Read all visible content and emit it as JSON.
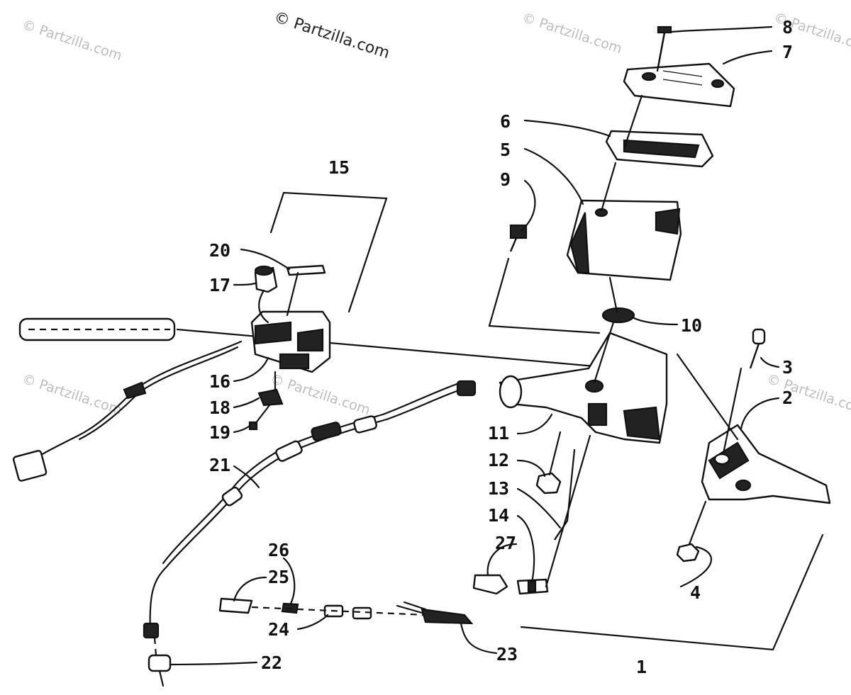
{
  "watermark": {
    "primary": "© Partzilla.com",
    "repeat": "© Partzilla.com"
  },
  "callouts": {
    "c1": "1",
    "c2": "2",
    "c3": "3",
    "c4": "4",
    "c5": "5",
    "c6": "6",
    "c7": "7",
    "c8": "8",
    "c9": "9",
    "c10": "10",
    "c11": "11",
    "c12": "12",
    "c13": "13",
    "c14": "14",
    "c15": "15",
    "c16": "16",
    "c17": "17",
    "c18": "18",
    "c19": "19",
    "c20": "20",
    "c21": "21",
    "c22": "22",
    "c23": "23",
    "c24": "24",
    "c25": "25",
    "c26": "26",
    "c27": "27"
  }
}
